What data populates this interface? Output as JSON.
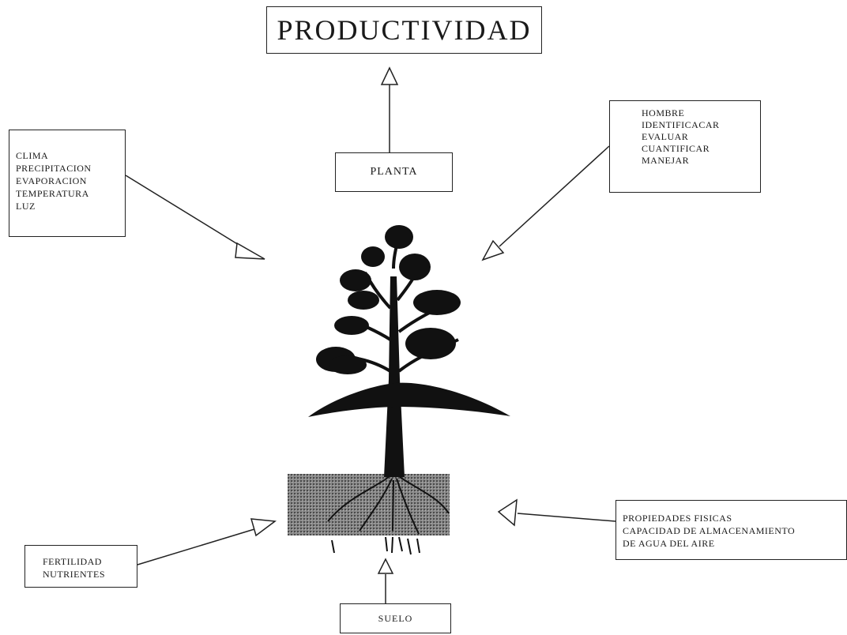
{
  "title": "PRODUCTIVIDAD",
  "nodes": {
    "planta": "PLANTA",
    "clima": [
      "CLIMA",
      "PRECIPITACION",
      "EVAPORACION",
      "TEMPERATURA",
      "LUZ"
    ],
    "hombre": [
      "HOMBRE",
      "IDENTIFICACAR",
      "EVALUAR",
      "CUANTIFICAR",
      "MANEJAR"
    ],
    "fertilidad": [
      "FERTILIDAD",
      "NUTRIENTES"
    ],
    "propiedades": [
      "PROPIEDADES FISICAS",
      "CAPACIDAD DE ALMACENAMIENTO",
      "DE AGUA DEL AIRE"
    ],
    "suelo": "SUELO"
  },
  "illustration": "tree-with-roots-in-soil",
  "colors": {
    "line": "#222222",
    "foliage": "#111111",
    "soil": "#777777"
  }
}
